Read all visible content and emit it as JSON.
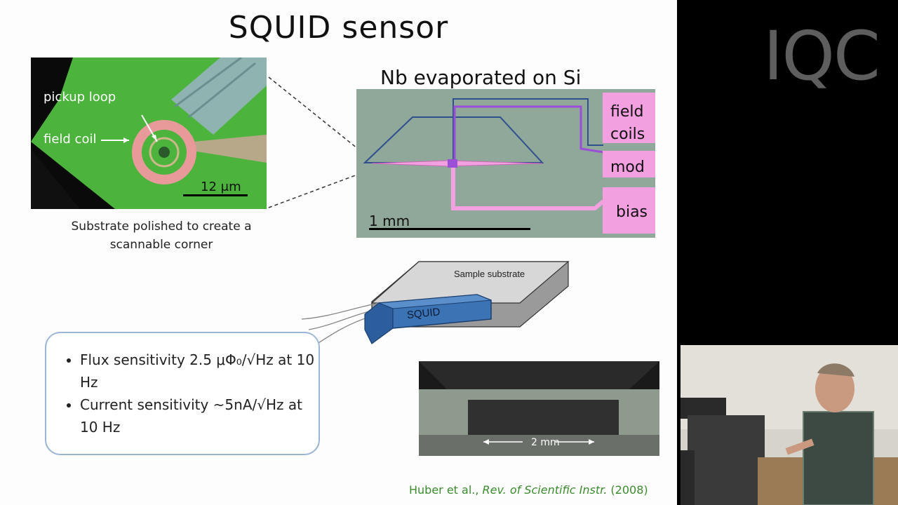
{
  "slide": {
    "title": "SQUID sensor",
    "micrograph": {
      "label_pickup_loop": "pickup loop",
      "label_field_coil": "field coil",
      "scale_label": "12 μm"
    },
    "caption": "Substrate polished to create a scannable corner",
    "chip": {
      "title": "Nb evaporated on Si",
      "pad_field": "field",
      "pad_coils": "coils",
      "pad_mod": "mod",
      "pad_bias": "bias",
      "scale_label": "1 mm"
    },
    "diagram": {
      "sample_label": "Sample substrate",
      "squid_label": "SQUID"
    },
    "bullets": [
      "Flux sensitivity 2.5 μΦ₀/√Hz at 10 Hz",
      "Current sensitivity ~5nA/√Hz at 10 Hz"
    ],
    "photo": {
      "scale_label": "2 mm"
    },
    "citation": {
      "authors": "Huber et al., ",
      "journal": "Rev. of Scientific Instr.",
      "year": " (2008)"
    }
  },
  "logo": {
    "text": "IQC"
  },
  "colors": {
    "citation_green": "#3b8b2e",
    "bullet_border": "#9bb6d4",
    "squid_blue": "#3c73b5",
    "chip_pink": "#f2a0e0",
    "micro_green": "#4cb43c"
  }
}
